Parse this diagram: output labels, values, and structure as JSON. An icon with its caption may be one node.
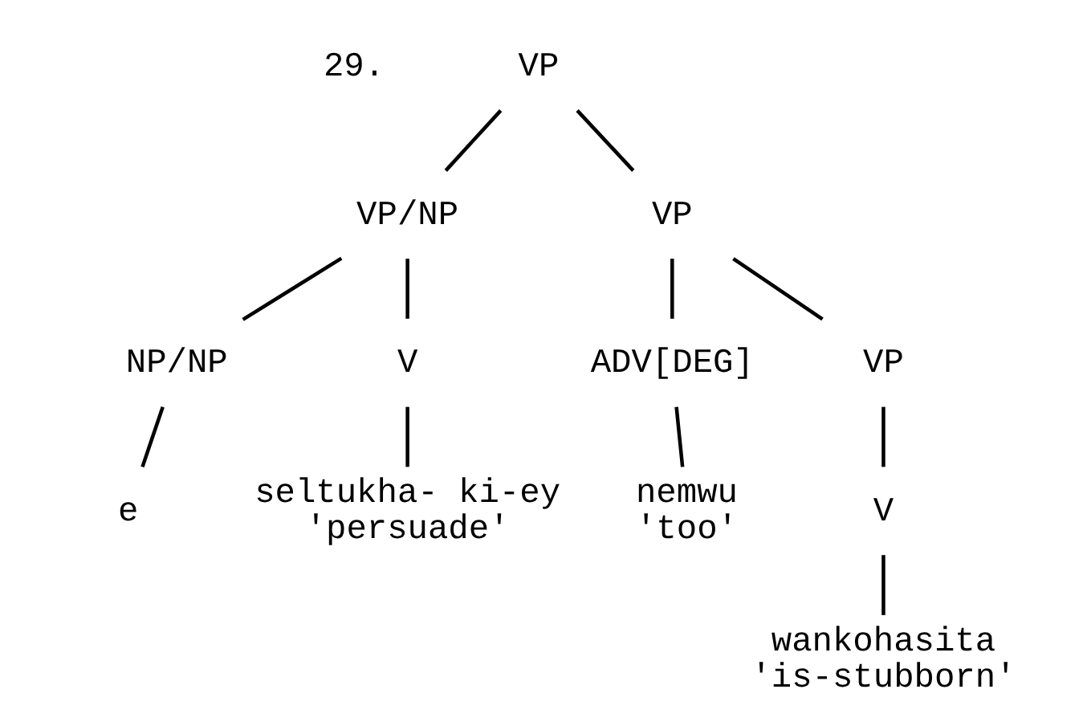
{
  "diagram": {
    "nodes": [
      {
        "text": [
          "VP"
        ]
      },
      {
        "text": [
          "VP/NP"
        ]
      },
      {
        "text": [
          "VP"
        ]
      },
      {
        "text": [
          "NP/NP"
        ]
      },
      {
        "text": [
          "V"
        ]
      },
      {
        "text": [
          "ADV[DEG]"
        ]
      },
      {
        "text": [
          "VP"
        ]
      },
      {
        "text": [
          "e"
        ]
      },
      {
        "text": [
          "seltukha- ki-ey",
          "'persuade'"
        ]
      },
      {
        "text": [
          "nemwu",
          "'too'"
        ]
      },
      {
        "text": [
          "V"
        ]
      },
      {
        "text": [
          "wankohasita",
          "'is-stubborn'"
        ]
      }
    ],
    "edges": [
      {
        "from": 0,
        "to": 1,
        "arrow": "none"
      },
      {
        "from": 0,
        "to": 2,
        "arrow": "none"
      },
      {
        "from": 1,
        "to": 3,
        "arrow": "none"
      },
      {
        "from": 1,
        "to": 4,
        "arrow": "none"
      },
      {
        "from": 2,
        "to": 5,
        "arrow": "none"
      },
      {
        "from": 2,
        "to": 6,
        "arrow": "none"
      },
      {
        "from": 3,
        "to": 7,
        "arrow": "none"
      },
      {
        "from": 4,
        "to": 8,
        "arrow": "none"
      },
      {
        "from": 5,
        "to": 9,
        "arrow": "none"
      },
      {
        "from": 6,
        "to": 10,
        "arrow": "none"
      },
      {
        "from": 10,
        "to": 11,
        "arrow": "none"
      }
    ],
    "labels": [
      "29."
    ]
  }
}
